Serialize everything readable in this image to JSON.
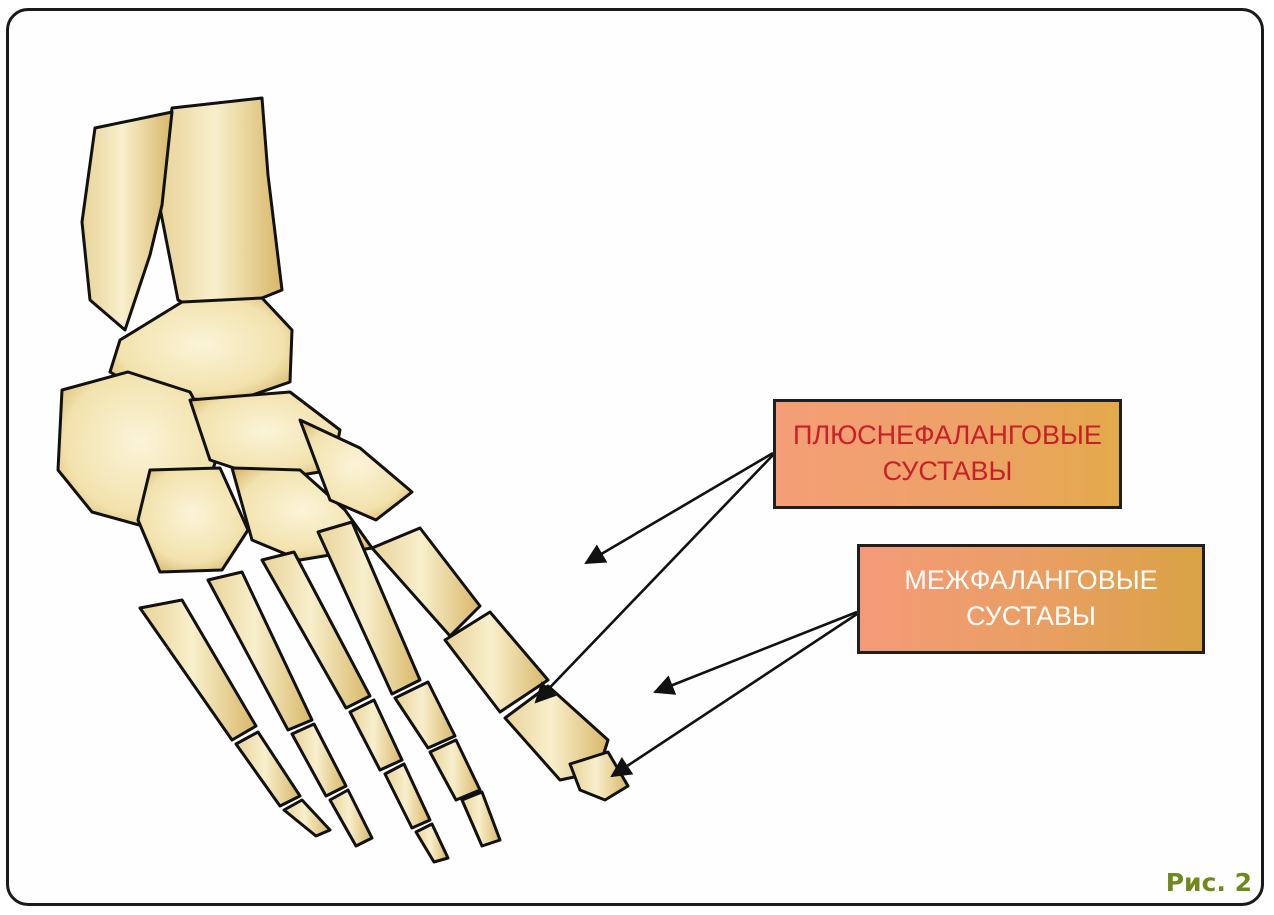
{
  "labels": {
    "metatarsophalangeal": {
      "line1": "ПЛЮСНЕФАЛАНГОВЫЕ",
      "line2": "СУСТАВЫ",
      "text_color": "#c8202a"
    },
    "interphalangeal": {
      "line1": "МЕЖФАЛАНГОВЫЕ",
      "line2": "СУСТАВЫ",
      "text_color": "#ffffff"
    }
  },
  "figure_label": "Рис. 2",
  "colors": {
    "bone_fill": "#f6ecc4",
    "bone_shade": "#cfa95c",
    "outline": "#111111",
    "figure_label": "#6e8a1c",
    "arrow": "#111111"
  }
}
